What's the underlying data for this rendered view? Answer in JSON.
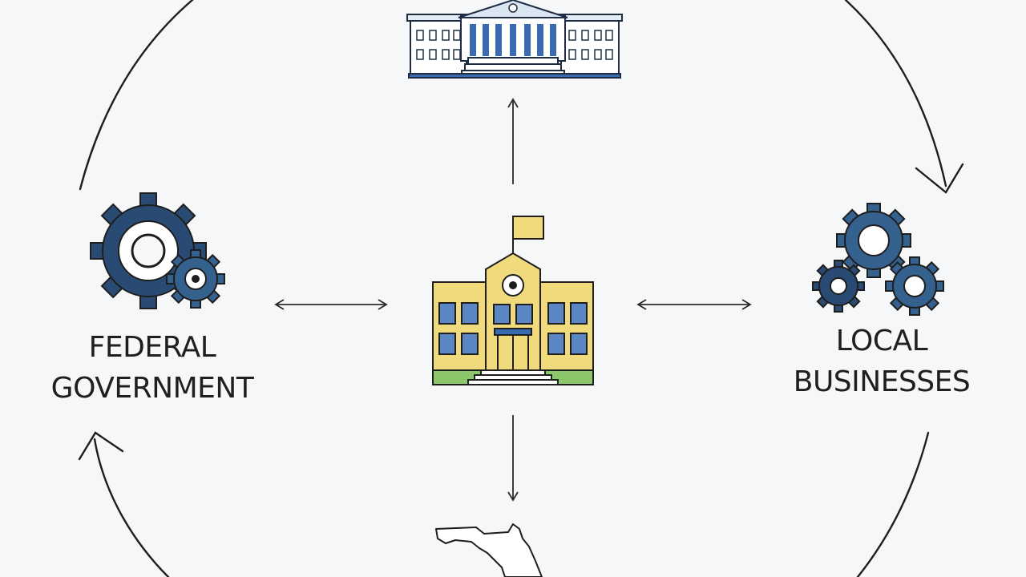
{
  "diagram": {
    "nodes": {
      "federal_government": {
        "label_lines": [
          "FEDERAL",
          "GOVERNMENT"
        ],
        "icon": "gears-icon"
      },
      "local_businesses": {
        "label_lines": [
          "LOCAL",
          "BUSINESSES"
        ],
        "icon": "gears-cluster-icon"
      },
      "school": {
        "icon": "school-building-icon"
      },
      "state_capitol": {
        "icon": "capitol-building-icon"
      },
      "state_map": {
        "icon": "florida-map-icon"
      }
    },
    "edges": [
      {
        "from": "school",
        "to": "state_capitol",
        "style": "one-way"
      },
      {
        "from": "school",
        "to": "state_map",
        "style": "one-way"
      },
      {
        "from": "school",
        "to": "federal_government",
        "style": "two-way"
      },
      {
        "from": "school",
        "to": "local_businesses",
        "style": "two-way"
      }
    ],
    "cycle": "clockwise circle arrows connecting outer nodes",
    "colors": {
      "background": "#f5f7f9",
      "line": "#2a2a2a",
      "gear_dark": "#294a72",
      "gear_mid": "#35618f",
      "building_blue": "#3a6bb0",
      "school_yellow": "#f1da7c",
      "school_green": "#8cc66a",
      "window_blue": "#5b86c4"
    }
  }
}
